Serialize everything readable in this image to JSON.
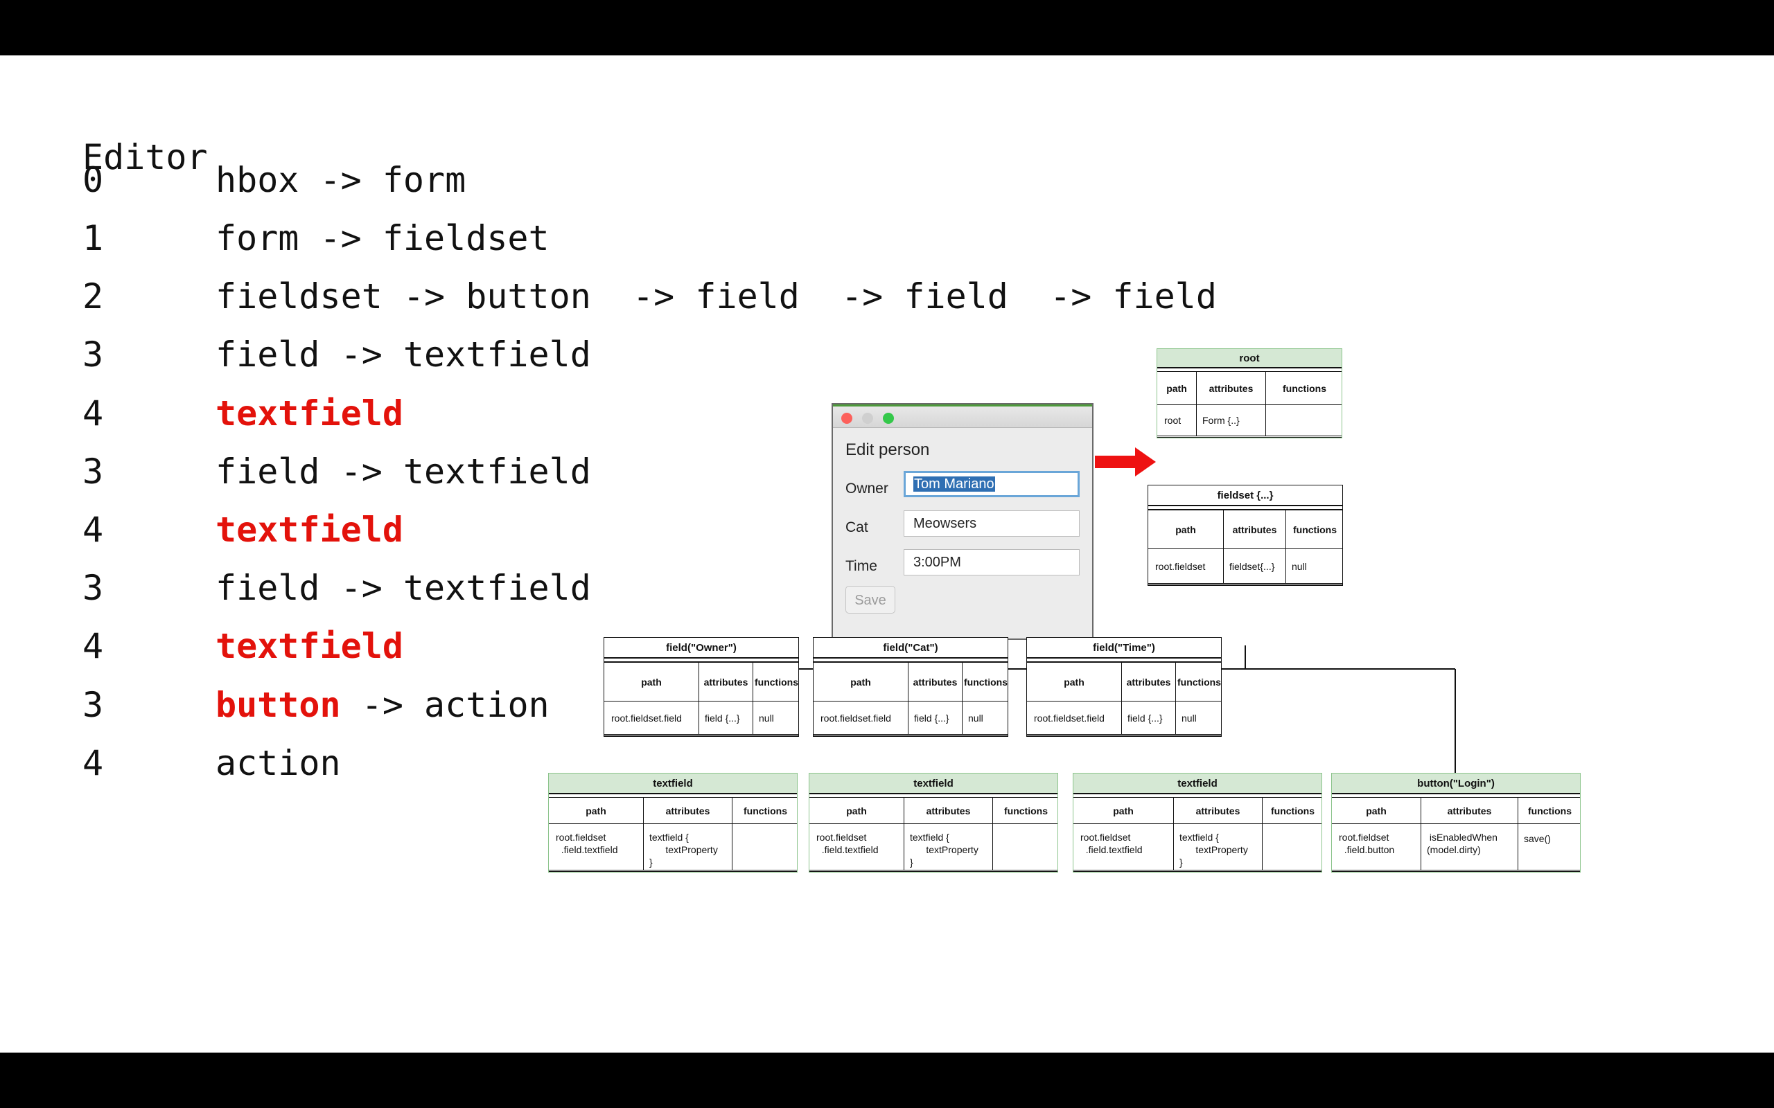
{
  "heading": "Editor",
  "code_lines": [
    {
      "num": "0",
      "parts": [
        {
          "text": "hbox -> form",
          "red": false
        }
      ]
    },
    {
      "num": "1",
      "parts": [
        {
          "text": "form -> fieldset",
          "red": false
        }
      ]
    },
    {
      "num": "2",
      "parts": [
        {
          "text": "fieldset -> button  -> field  -> field  -> field",
          "red": false
        }
      ]
    },
    {
      "num": "3",
      "parts": [
        {
          "text": "field -> textfield",
          "red": false
        }
      ]
    },
    {
      "num": "4",
      "parts": [
        {
          "text": "textfield",
          "red": true
        }
      ]
    },
    {
      "num": "3",
      "parts": [
        {
          "text": "field -> textfield",
          "red": false
        }
      ]
    },
    {
      "num": "4",
      "parts": [
        {
          "text": "textfield",
          "red": true
        }
      ]
    },
    {
      "num": "3",
      "parts": [
        {
          "text": "field -> textfield",
          "red": false
        }
      ]
    },
    {
      "num": "4",
      "parts": [
        {
          "text": "textfield",
          "red": true
        }
      ]
    },
    {
      "num": "3",
      "parts": [
        {
          "text": "button",
          "red": true
        },
        {
          "text": " -> action",
          "red": false
        }
      ]
    },
    {
      "num": "4",
      "parts": [
        {
          "text": "action",
          "red": false
        }
      ]
    }
  ],
  "dialog": {
    "title": "Edit person",
    "fields": [
      {
        "label": "Owner",
        "value": "Tom Mariano",
        "focused": true
      },
      {
        "label": "Cat",
        "value": "Meowsers",
        "focused": false
      },
      {
        "label": "Time",
        "value": "3:00PM",
        "focused": false
      }
    ],
    "save_label": "Save",
    "colors": {
      "close": "#fc605b",
      "minimize": "#cfcfcf",
      "zoom": "#34c84a"
    }
  },
  "arrow_color": "#ee1111",
  "tree": {
    "headers": [
      "path",
      "attributes",
      "functions"
    ],
    "nodes": {
      "root": {
        "title": "root",
        "path": "root",
        "attributes": "Form {..}",
        "functions": ""
      },
      "fieldset": {
        "title": "fieldset {...}",
        "path": "root.fieldset",
        "attributes": "fieldset{...}",
        "functions": "null"
      },
      "field_owner": {
        "title": "field(\"Owner\")",
        "path": "root.fieldset.field",
        "attributes": "field {...}",
        "functions": "null"
      },
      "field_cat": {
        "title": "field(\"Cat\")",
        "path": "root.fieldset.field",
        "attributes": "field {...}",
        "functions": "null"
      },
      "field_time": {
        "title": "field(\"Time\")",
        "path": "root.fieldset.field",
        "attributes": "field {...}",
        "functions": "null"
      },
      "tf_owner": {
        "title": "textfield",
        "path": "root.fieldset\n  .field.textfield",
        "attributes": "textfield {\n      textProperty\n}",
        "functions": ""
      },
      "tf_cat": {
        "title": "textfield",
        "path": "root.fieldset\n  .field.textfield",
        "attributes": "textfield {\n      textProperty\n}",
        "functions": ""
      },
      "tf_time": {
        "title": "textfield",
        "path": "root.fieldset\n  .field.textfield",
        "attributes": "textfield {\n      textProperty\n}",
        "functions": ""
      },
      "button_login": {
        "title": "button(\"Login\")",
        "path": "root.fieldset\n  .field.button",
        "attributes": " isEnabledWhen\n(model.dirty)",
        "functions": "save()"
      }
    }
  }
}
